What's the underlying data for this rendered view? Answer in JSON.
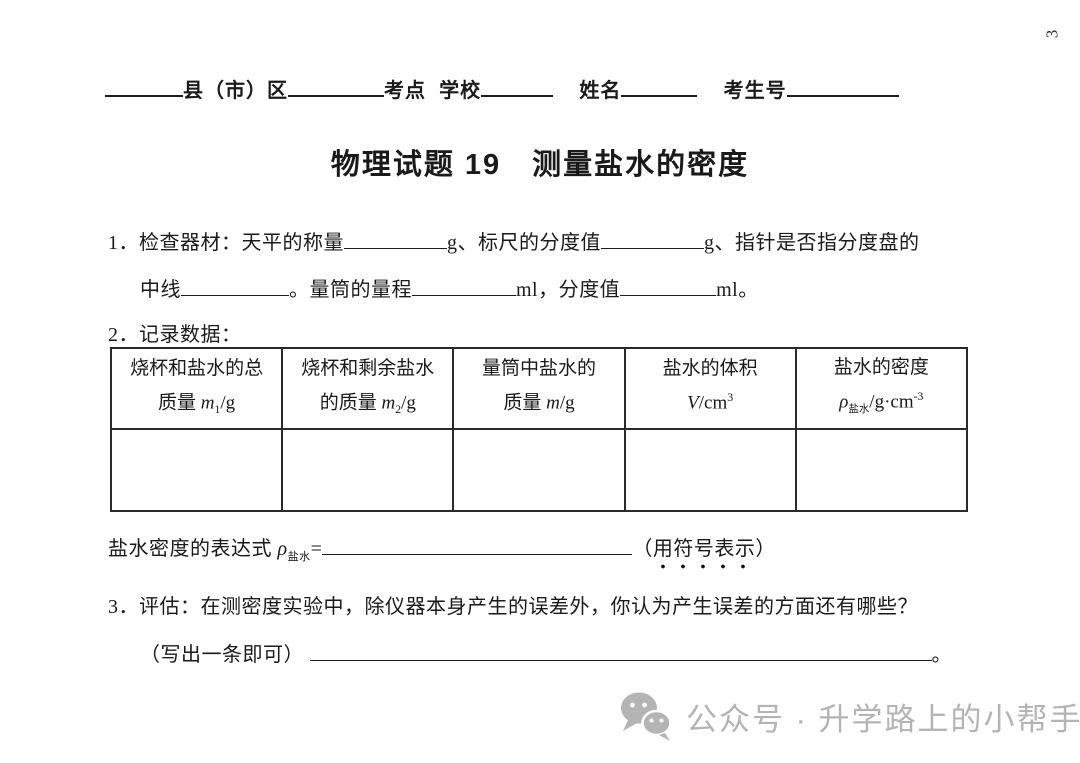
{
  "page": {
    "corner_number": "3"
  },
  "header_line": {
    "seg_county": "县（市）区",
    "seg_site": "考点",
    "seg_school": "学校",
    "seg_name": "姓名",
    "seg_candidate": "考生号"
  },
  "title": "物理试题 19　测量盐水的密度",
  "q1": {
    "p1": "1．检查器材：天平的称量",
    "p2": "g、标尺的分度值",
    "p3": "g、指针是否指分度盘的",
    "p4": "中线",
    "p5": "。量筒的量程",
    "p6": "ml，分度值",
    "p7": "ml。"
  },
  "q2": {
    "label": "2．记录数据："
  },
  "table": {
    "headers": [
      {
        "line1": "烧杯和盐水的总",
        "l2a": "质量 ",
        "sym": "m",
        "sub": "1",
        "l2b": "/g",
        "sup": ""
      },
      {
        "line1": "烧杯和剩余盐水",
        "l2a": "的质量 ",
        "sym": "m",
        "sub": "2",
        "l2b": "/g",
        "sup": ""
      },
      {
        "line1": "量筒中盐水的",
        "l2a": "质量 ",
        "sym": "m",
        "sub": "",
        "l2b": "/g",
        "sup": ""
      },
      {
        "line1": "盐水的体积",
        "l2a": "",
        "sym": "V",
        "sub": "",
        "l2b": "/cm",
        "sup": "3"
      },
      {
        "line1": "盐水的密度",
        "l2a": "",
        "sym": "ρ",
        "sub": "盐水",
        "l2b": "/g·cm",
        "sup": "-3"
      }
    ],
    "body_rows": 1,
    "cells": [
      "",
      "",
      "",
      "",
      ""
    ]
  },
  "expression": {
    "prefix": "盐水密度的表达式 ",
    "rho": "ρ",
    "rho_sub": "盐水",
    "equals": "=",
    "paren_open": "（",
    "emphasized": "用符号表示",
    "paren_close": "）"
  },
  "q3": {
    "line1": "3．评估：在测密度实验中，除仪器本身产生的误差外，你认为产生误差的方面还有哪些？",
    "line2_prefix": "（写出一条即可）",
    "line2_suffix": "。"
  },
  "watermark": {
    "icon": "wechat-icon",
    "text": "公众号 · 升学路上的小帮手",
    "color": "#b4b4b4"
  }
}
